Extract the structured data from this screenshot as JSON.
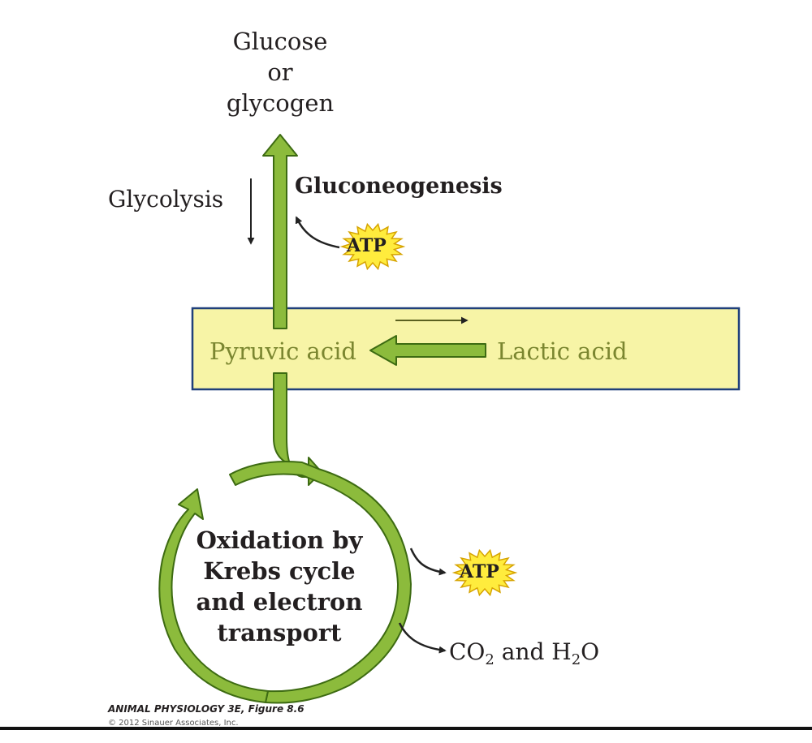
{
  "diagram": {
    "top_product": [
      "Glucose",
      "or",
      "glycogen"
    ],
    "glycolysis_label": "Glycolysis",
    "gluconeogenesis_label": "Gluconeogenesis",
    "atp_label": "ATP",
    "pyruvic_label": "Pyruvic acid",
    "lactic_label": "Lactic acid",
    "krebs_label": [
      "Oxidation by",
      "Krebs cycle",
      "and electron",
      "transport"
    ],
    "co2_parts": [
      "CO",
      "2",
      " and H",
      "2",
      "O"
    ],
    "figure_credit": "ANIMAL PHYSIOLOGY 3E, Figure 8.6",
    "copyright": "© 2012 Sinauer Associates, Inc."
  },
  "colors": {
    "green_fill": "#8cbb3c",
    "green_stroke": "#3d6b12",
    "box_fill": "#f7f4a6",
    "box_border": "#1f3f7a",
    "burst_fill": "#ffec3d",
    "burst_stroke": "#d6a300"
  }
}
